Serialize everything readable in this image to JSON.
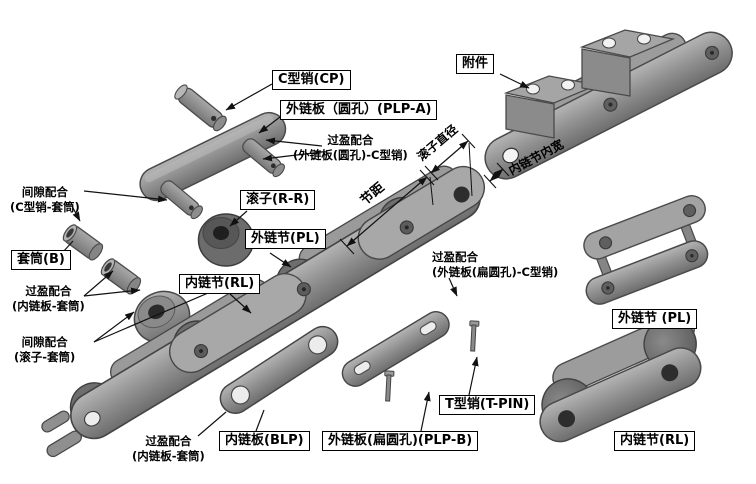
{
  "colors": {
    "background": "#ffffff",
    "line": "#111111",
    "metal_mid": "#8e8e8e",
    "metal_light": "#b4b4b4",
    "metal_dark": "#5f5f5f"
  },
  "boxes": {
    "c_pin": "C型销(CP)",
    "outer_plate_round": "外链板（圆孔）(PLP-A)",
    "attachment": "附件",
    "roller": "滚子(R-R)",
    "outer_link_center": "外链节(PL)",
    "bushing": "套筒(B)",
    "inner_link_center": "内链节(RL)",
    "t_pin": "T型销(T-PIN)",
    "inner_plate": "内链板(BLP)",
    "outer_plate_oblong": "外链板(扁圆孔)(PLP-B)",
    "outer_link_right": "外链节 (PL)",
    "inner_link_right": "内链节(RL)"
  },
  "fits": {
    "interference_round_cpin": {
      "l1": "过盈配合",
      "l2": "(外链板(圆孔)-C型销)"
    },
    "clearance_cpin_bushing": {
      "l1": "间隙配合",
      "l2": "(C型销-套筒)"
    },
    "interference_plate_bushing_upper": {
      "l1": "过盈配合",
      "l2": "(内链板-套筒)"
    },
    "clearance_roller_bushing": {
      "l1": "间隙配合",
      "l2": "(滚子-套筒)"
    },
    "interference_plate_bushing_lower": {
      "l1": "过盈配合",
      "l2": "(内链板-套筒)"
    },
    "interference_oblong_cpin": {
      "l1": "过盈配合",
      "l2": "(外链板(扁圆孔)-C型销)"
    }
  },
  "dims": {
    "pitch": "节距",
    "roller_diameter": "滚子直径",
    "inner_width": "内链节内宽"
  }
}
